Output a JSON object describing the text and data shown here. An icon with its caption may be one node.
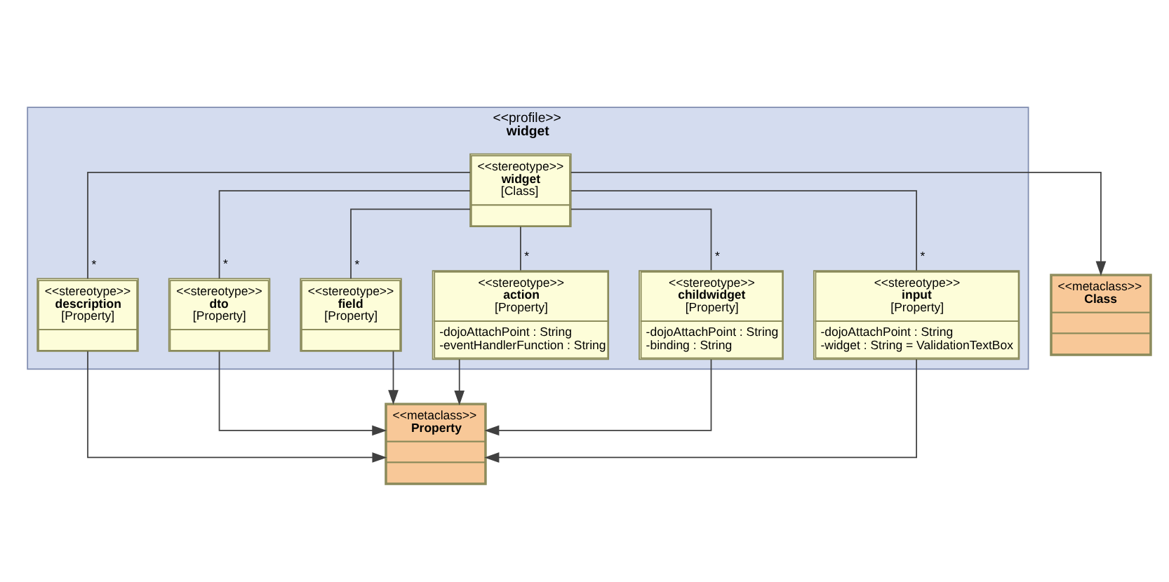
{
  "diagram": {
    "nodes": [
      {
        "text": [
          "<<profile>>",
          "widget"
        ]
      },
      {
        "text": [
          "<<stereotype>>",
          "widget",
          "[Class]"
        ],
        "in": 0
      },
      {
        "text": [
          "<<stereotype>>",
          "description",
          "[Property]"
        ],
        "in": 0
      },
      {
        "text": [
          "<<stereotype>>",
          "dto",
          "[Property]"
        ],
        "in": 0
      },
      {
        "text": [
          "<<stereotype>>",
          "field",
          "[Property]"
        ],
        "in": 0
      },
      {
        "text": [
          "<<stereotype>>",
          "action",
          "[Property]",
          "-dojoAttachPoint : String",
          "-eventHandlerFunction : String"
        ],
        "in": 0
      },
      {
        "text": [
          "<<stereotype>>",
          "childwidget",
          "[Property]",
          "-dojoAttachPoint : String",
          "-binding : String"
        ],
        "in": 0
      },
      {
        "text": [
          "<<stereotype>>",
          "input",
          "[Property]",
          "-dojoAttachPoint : String",
          "-widget : String = ValidationTextBox"
        ],
        "in": 0
      },
      {
        "text": [
          "<<metaclass>>",
          "Class"
        ]
      },
      {
        "text": [
          "<<metaclass>>",
          "Property"
        ]
      }
    ],
    "edges": [
      {
        "from": 1,
        "to": 8,
        "arrow": "to"
      },
      {
        "from": 1,
        "to": 2,
        "arrow": "none",
        "label": "*"
      },
      {
        "from": 1,
        "to": 3,
        "arrow": "none",
        "label": "*"
      },
      {
        "from": 1,
        "to": 4,
        "arrow": "none",
        "label": "*"
      },
      {
        "from": 1,
        "to": 5,
        "arrow": "none",
        "label": "*"
      },
      {
        "from": 1,
        "to": 6,
        "arrow": "none",
        "label": "*"
      },
      {
        "from": 1,
        "to": 7,
        "arrow": "none",
        "label": "*"
      },
      {
        "from": 2,
        "to": 9,
        "arrow": "to"
      },
      {
        "from": 3,
        "to": 9,
        "arrow": "to"
      },
      {
        "from": 4,
        "to": 9,
        "arrow": "to"
      },
      {
        "from": 5,
        "to": 9,
        "arrow": "to"
      },
      {
        "from": 6,
        "to": 9,
        "arrow": "to"
      },
      {
        "from": 7,
        "to": 9,
        "arrow": "to"
      }
    ]
  }
}
